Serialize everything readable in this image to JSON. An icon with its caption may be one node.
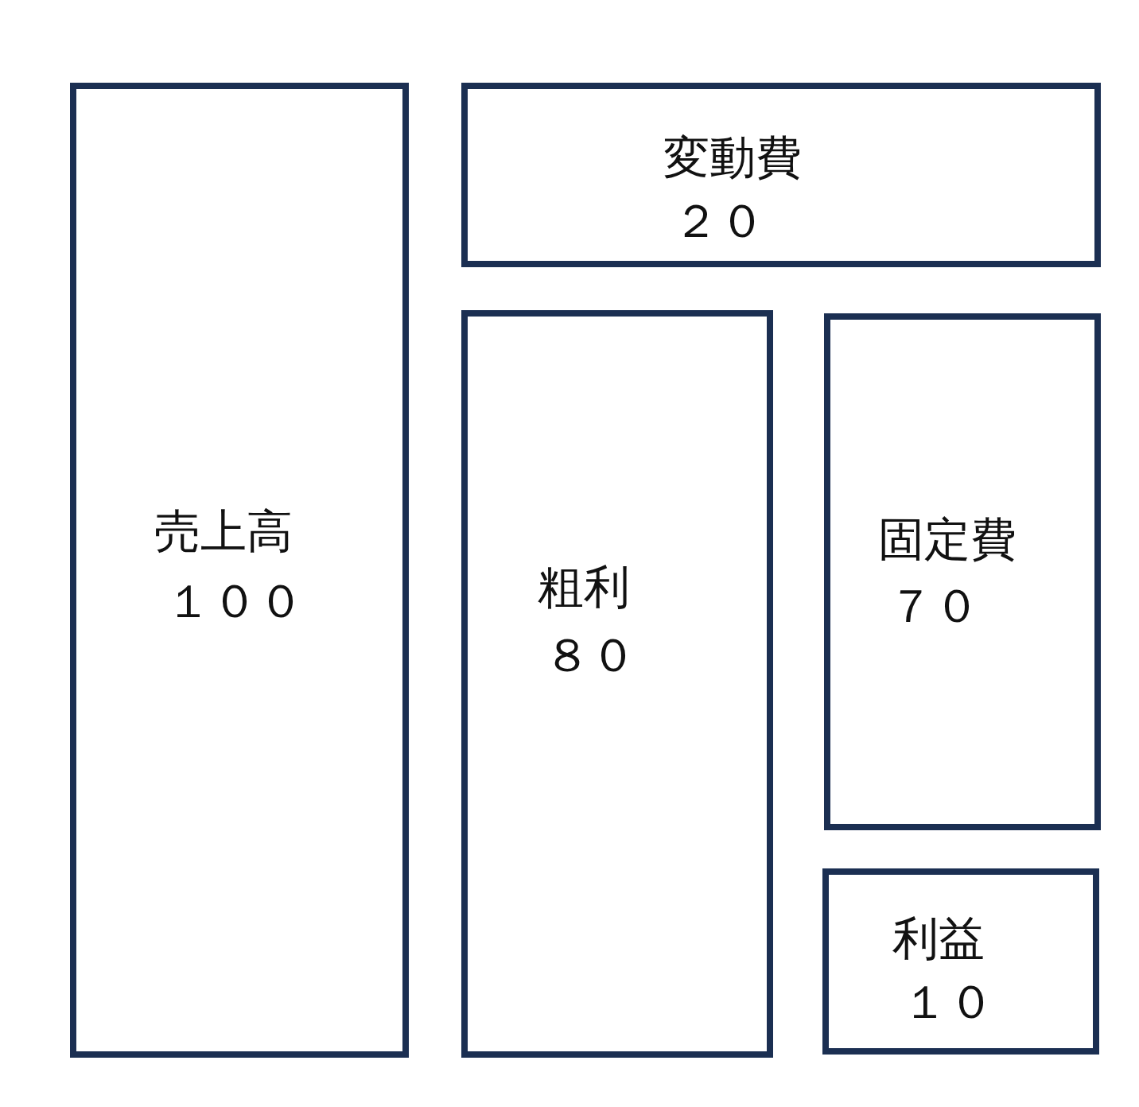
{
  "diagram": {
    "nodes": [
      {
        "text": [
          "売上高",
          "１００"
        ]
      },
      {
        "text": [
          "変動費",
          "２０"
        ]
      },
      {
        "text": [
          "粗利",
          "８０"
        ]
      },
      {
        "text": [
          "固定費",
          "７０"
        ]
      },
      {
        "text": [
          "利益",
          "１０"
        ]
      }
    ]
  }
}
